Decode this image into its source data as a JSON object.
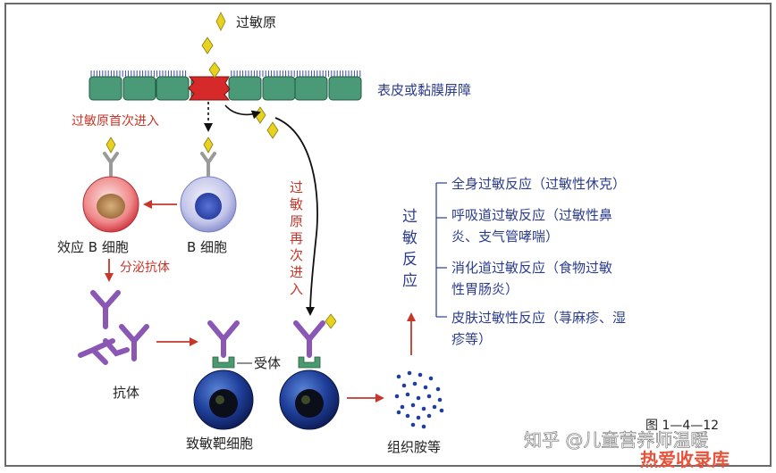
{
  "labels": {
    "allergen": "过敏原",
    "barrier": "表皮或黏膜屏障",
    "first_entry": "过敏原首次进入",
    "reentry": "过敏原再次进入",
    "effector_b": "效应 B 细胞",
    "b_cell": "B 细胞",
    "secrete": "分泌抗体",
    "antibody": "抗体",
    "receptor": "受体",
    "sensitized_cell": "致敏靶细胞",
    "histamine": "组织胺等",
    "reaction": "过敏反应"
  },
  "reactions": [
    {
      "lines": [
        "全身过敏反应（过敏性休克）"
      ]
    },
    {
      "lines": [
        "呼吸道过敏反应（过敏性鼻",
        "炎、支气管哮喘）"
      ]
    },
    {
      "lines": [
        "消化道过敏反应（食物过敏",
        "性胃肠炎）"
      ]
    },
    {
      "lines": [
        "皮肤过敏性反应（荨麻疹、湿",
        "疹等）"
      ]
    }
  ],
  "figure_label": "图 1—4—12",
  "watermark": {
    "line1": "知乎 @儿童营养师温暖",
    "line2": "热爱收录库"
  },
  "colors": {
    "barrier_green": "#4a9a78",
    "cilia": "#3a4fa0",
    "red_arrow": "#c6362b",
    "antibody_purple": "#8a57b5",
    "cell_blue": "#1f3f9a",
    "text_blue": "#2b3c8f",
    "allergen_yellow": "#e6d21f"
  }
}
